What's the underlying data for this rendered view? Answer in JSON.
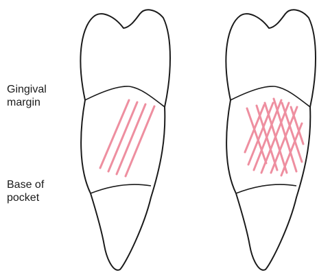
{
  "labels": {
    "gingival_margin": "Gingival\nmargin",
    "base_of_pocket": "Base of\npocket"
  },
  "colors": {
    "outline": "#1a1a1a",
    "stroke_lines": "#ee8fa0",
    "background": "#ffffff"
  },
  "panels": [
    {
      "name": "left-tooth",
      "stroke_pattern": "parallel diagonal lines"
    },
    {
      "name": "right-tooth",
      "stroke_pattern": "crossed diagonal lines"
    }
  ]
}
